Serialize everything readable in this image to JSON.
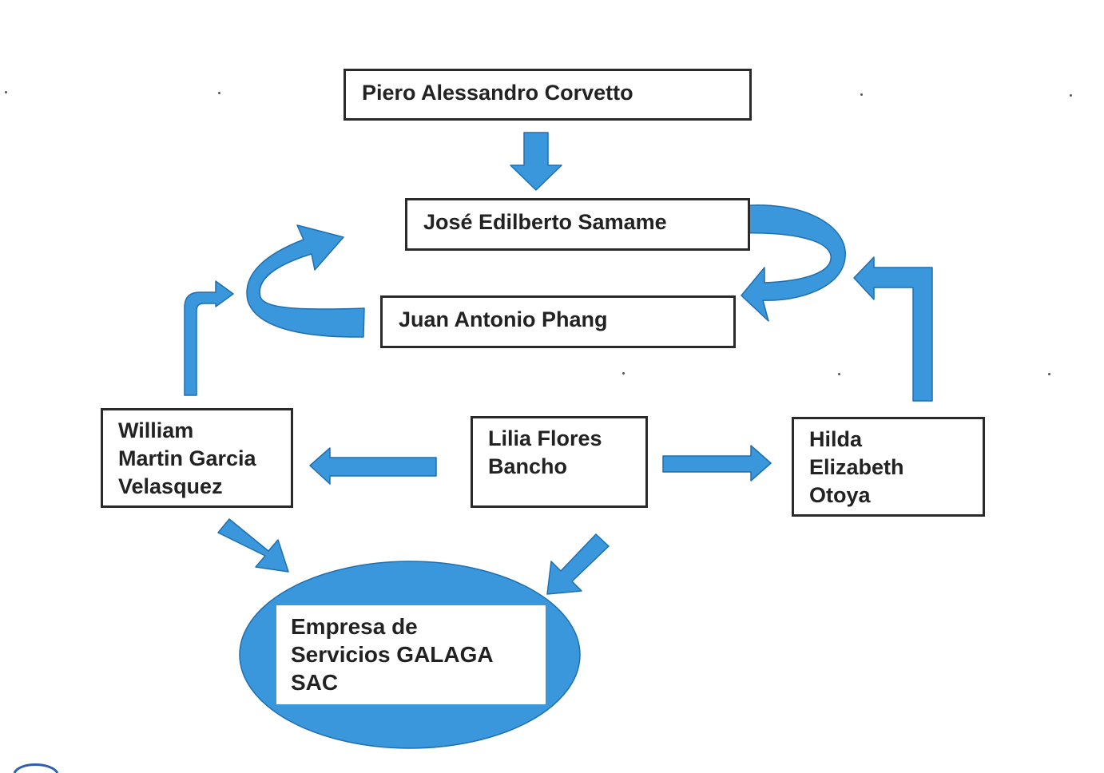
{
  "colors": {
    "accent": "#3a97dc",
    "accent_edge": "#1f6fb0",
    "box_border": "#2a2a2a",
    "text": "#222222"
  },
  "nodes": {
    "piero": {
      "lines": [
        "Piero Alessandro Corvetto"
      ]
    },
    "jose": {
      "lines": [
        "José Edilberto Samame"
      ]
    },
    "juan": {
      "lines": [
        "Juan Antonio Phang"
      ]
    },
    "william": {
      "lines": [
        "William",
        "Martin Garcia",
        "Velasquez"
      ]
    },
    "lilia": {
      "lines": [
        "Lilia Flores",
        "Bancho"
      ]
    },
    "hilda": {
      "lines": [
        "Hilda",
        "Elizabeth",
        "Otoya"
      ]
    },
    "empresa": {
      "lines": [
        "Empresa de",
        "Servicios GALAGA",
        "SAC"
      ]
    }
  },
  "arrows": [
    {
      "from": "Piero Alessandro Corvetto",
      "to": "José Edilberto Samame",
      "icon": "down-arrow-icon"
    },
    {
      "from": "José Edilberto Samame",
      "to": "Juan Antonio Phang",
      "icon": "curved-arrow-icon"
    },
    {
      "from": "Juan Antonio Phang",
      "to": "José Edilberto Samame",
      "icon": "curved-arrow-icon"
    },
    {
      "from": "Lilia Flores Bancho",
      "to": "William Martin Garcia Velasquez",
      "icon": "left-arrow-icon"
    },
    {
      "from": "Lilia Flores Bancho",
      "to": "Hilda Elizabeth Otoya",
      "icon": "right-arrow-icon"
    },
    {
      "from": "William Martin Garcia Velasquez",
      "to": "Juan Antonio Phang",
      "icon": "elbow-arrow-icon"
    },
    {
      "from": "Hilda Elizabeth Otoya",
      "to": "José Edilberto Samame",
      "icon": "elbow-arrow-icon"
    },
    {
      "from": "William Martin Garcia Velasquez",
      "to": "Empresa de Servicios GALAGA SAC",
      "icon": "diagonal-arrow-icon"
    },
    {
      "from": "Lilia Flores Bancho",
      "to": "Empresa de Servicios GALAGA SAC",
      "icon": "diagonal-arrow-icon"
    }
  ]
}
